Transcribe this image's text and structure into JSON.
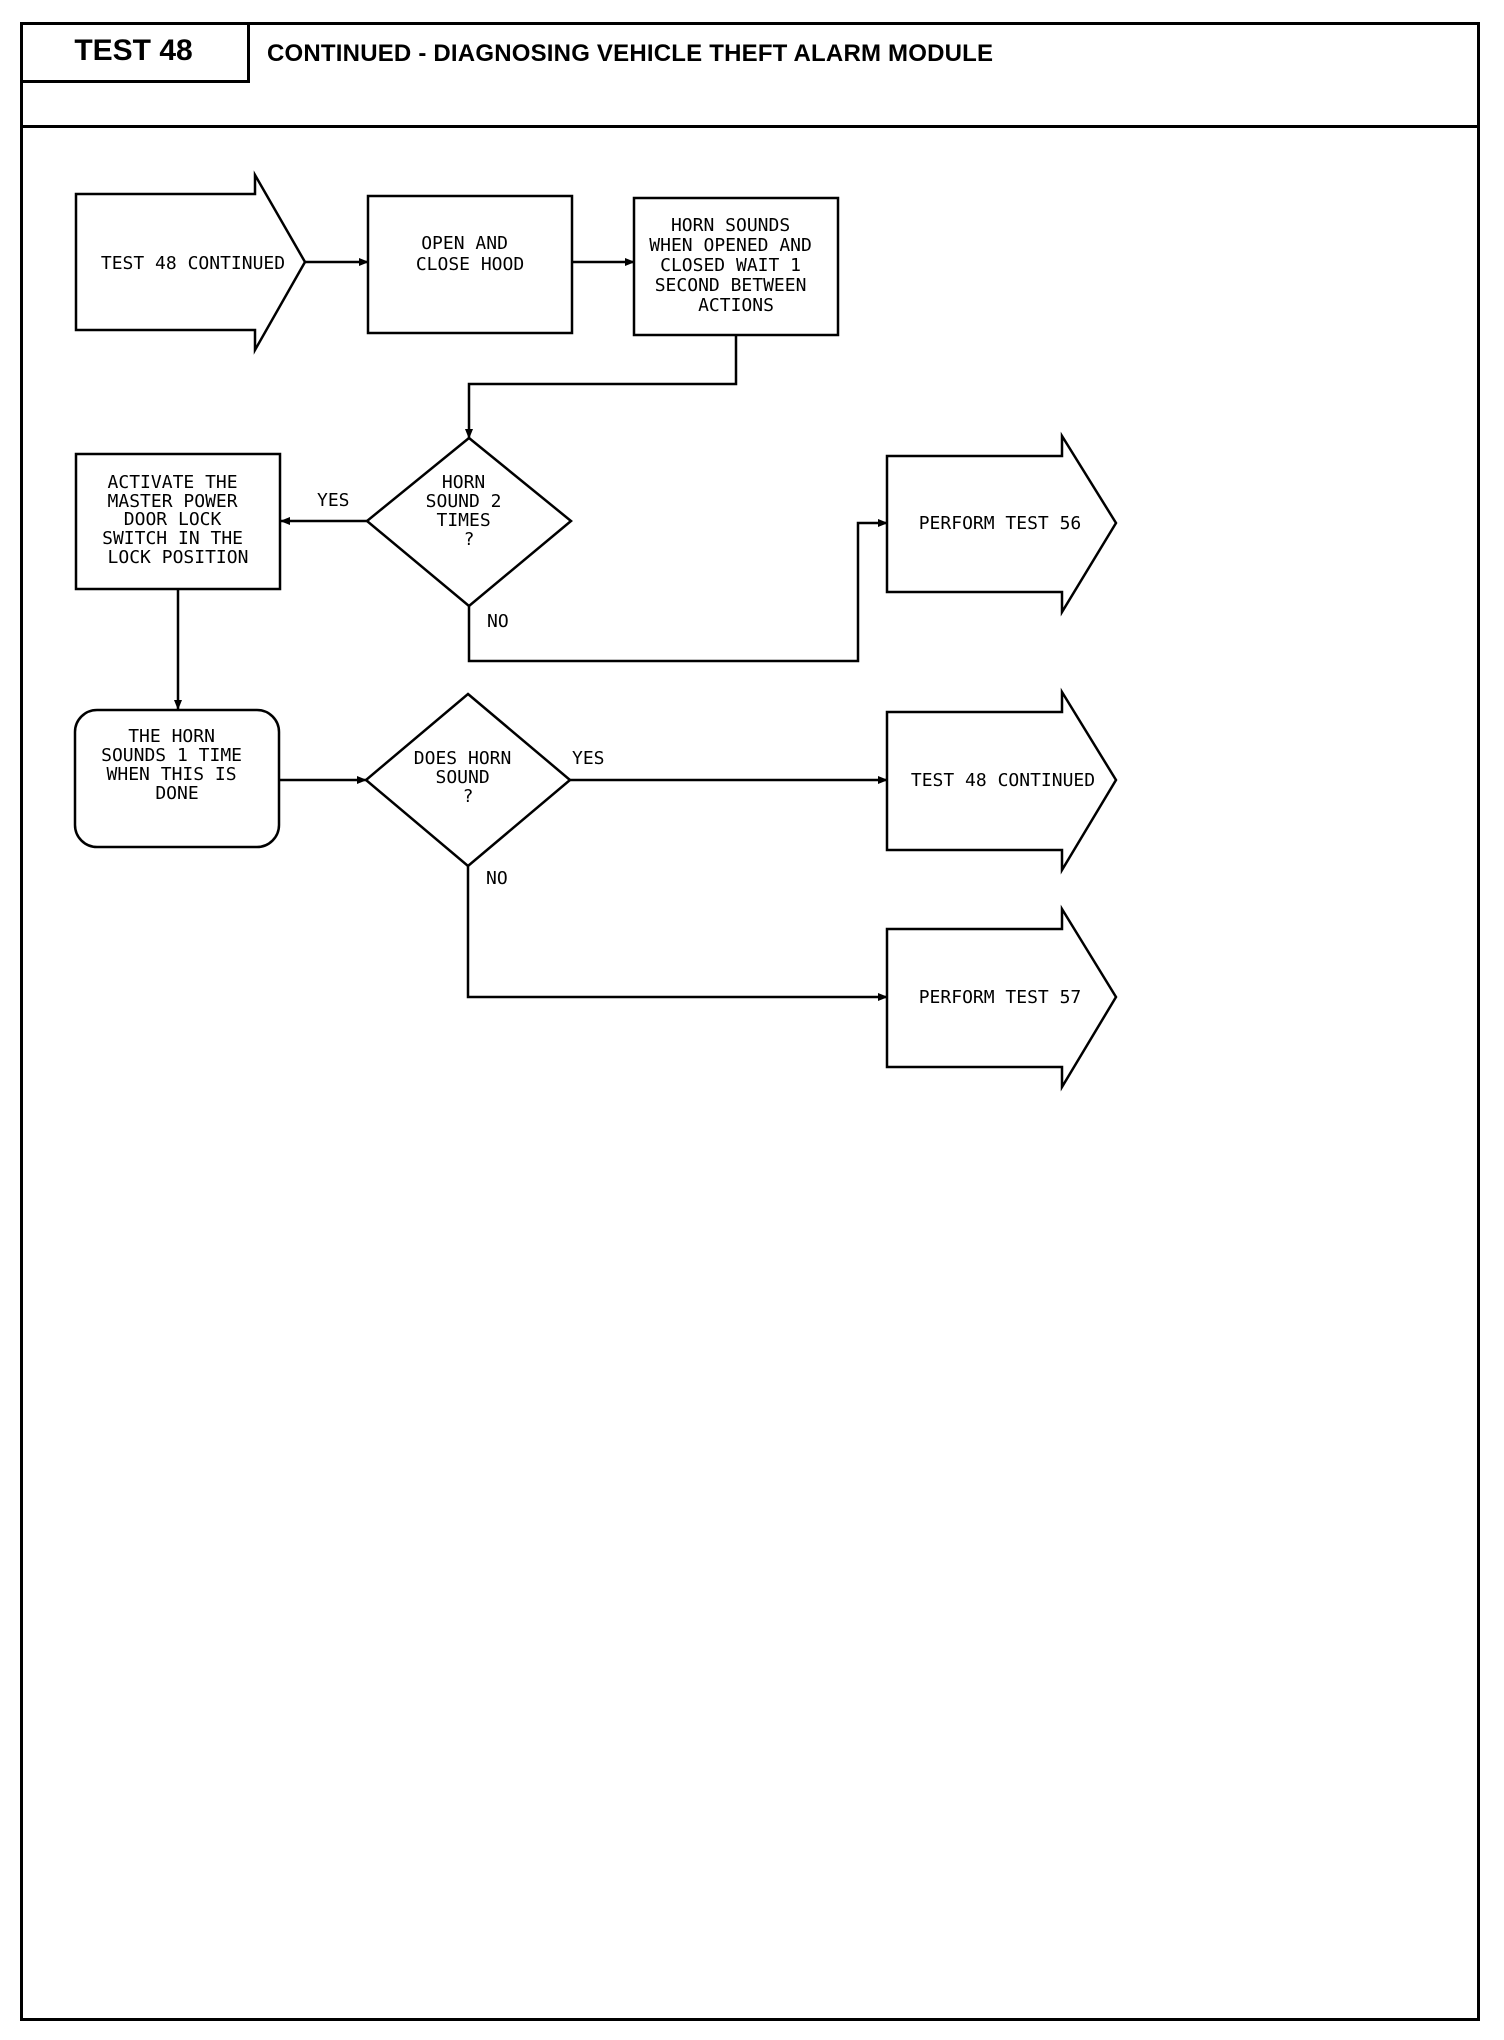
{
  "header": {
    "test_number": "TEST 48",
    "title": "CONTINUED - DIAGNOSING VEHICLE THEFT ALARM MODULE"
  },
  "flow": {
    "start": "TEST 48 CONTINUED",
    "step_open_close_hood": [
      "OPEN AND",
      "CLOSE HOOD"
    ],
    "step_horn_sounds": [
      "HORN SOUNDS",
      "WHEN OPENED AND",
      "CLOSED WAIT 1",
      "SECOND BETWEEN",
      "ACTIONS"
    ],
    "decision_horn_2_times": [
      "HORN",
      "SOUND 2",
      "TIMES",
      "?"
    ],
    "step_activate_lock": [
      "ACTIVATE THE",
      "MASTER POWER",
      "DOOR LOCK",
      "SWITCH IN THE",
      "LOCK POSITION"
    ],
    "end_test_56": "PERFORM TEST 56",
    "step_horn_1_time": [
      "THE HORN",
      "SOUNDS 1 TIME",
      "WHEN THIS IS",
      "DONE"
    ],
    "decision_horn_sound": [
      "DOES HORN",
      "SOUND",
      "?"
    ],
    "end_test_48_continued": "TEST 48 CONTINUED",
    "end_test_57": "PERFORM TEST 57",
    "yes_label": "YES",
    "no_label": "NO"
  }
}
